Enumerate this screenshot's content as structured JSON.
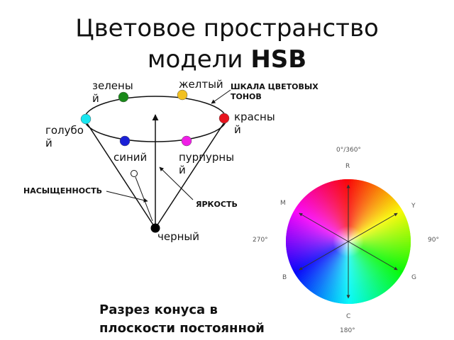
{
  "title": {
    "line1": "Цветовое  пространство",
    "line2_prefix": "модели ",
    "line2_bold": "HSB"
  },
  "cone": {
    "colors": [
      {
        "label": "зелены\nй",
        "color": "#1a8a1a"
      },
      {
        "label": "желтый",
        "color": "#f2c01f"
      },
      {
        "label": "красны\nй",
        "color": "#e8141e"
      },
      {
        "label": "голубо\nй",
        "color": "#19e6f0"
      },
      {
        "label": "синий",
        "color": "#1a20d6"
      },
      {
        "label": "пурпурны\nй",
        "color": "#f01ee6"
      }
    ],
    "black_label": "черный"
  },
  "captions": {
    "hue_scale": "ШКАЛА ЦВЕТОВЫХ\nТОНОВ",
    "saturation": "НАСЫЩЕННОСТЬ",
    "brightness": "ЯРКОСТЬ"
  },
  "wheel": {
    "top_angle": "0°/360°",
    "right_angle": "90°",
    "left_angle": "270°",
    "bottom_angle": "180°",
    "letters": [
      "R",
      "Y",
      "G",
      "C",
      "B",
      "M"
    ]
  },
  "note": "Разрез конуса в\nплоскости постоянной"
}
